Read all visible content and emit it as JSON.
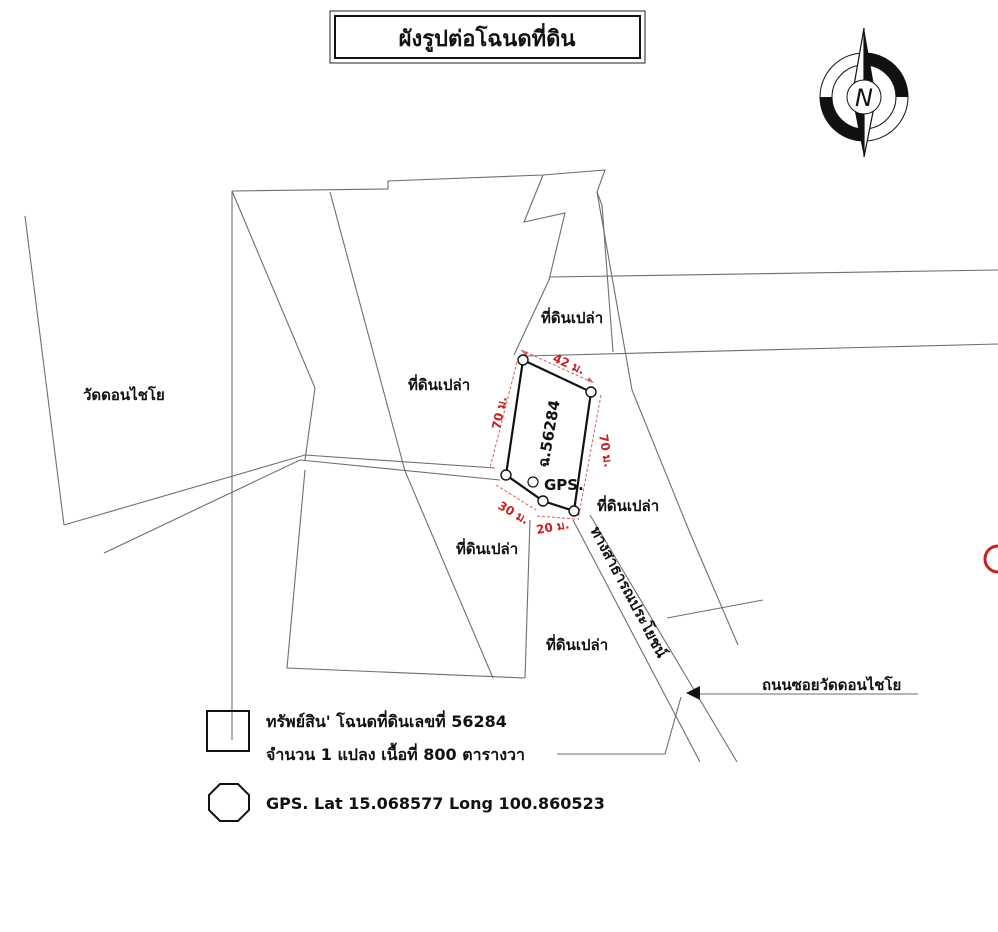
{
  "title": "ผังรูปต่อโฉนดที่ดิน",
  "compass": {
    "label": "N"
  },
  "labels": {
    "temple": "วัดดอนไชโย",
    "vacant_land": "ที่ดินเปล่า",
    "road": "ถนนซอยวัดดอนไชโย",
    "public_way": "ทางสาธารณประโยชน์",
    "deed_number": "ฉ.56284",
    "gps_marker": "GPS."
  },
  "dimensions": {
    "top": "42 ม.",
    "left": "70 ม.",
    "right": "70 ม.",
    "bottom_left": "30 ม.",
    "bottom_right": "20 ม."
  },
  "legend": {
    "property_line1": "ทรัพย์สิน' โฉนดที่ดินเลขที่ 56284",
    "property_line2": "จำนวน 1 แปลง เนื้อที่ 800 ตารางวา",
    "gps": "GPS. Lat 15.068577 Long 100.860523"
  },
  "colors": {
    "line": "#6e6e6e",
    "dimension": "#cc1f1f",
    "boundary": "#111111"
  }
}
